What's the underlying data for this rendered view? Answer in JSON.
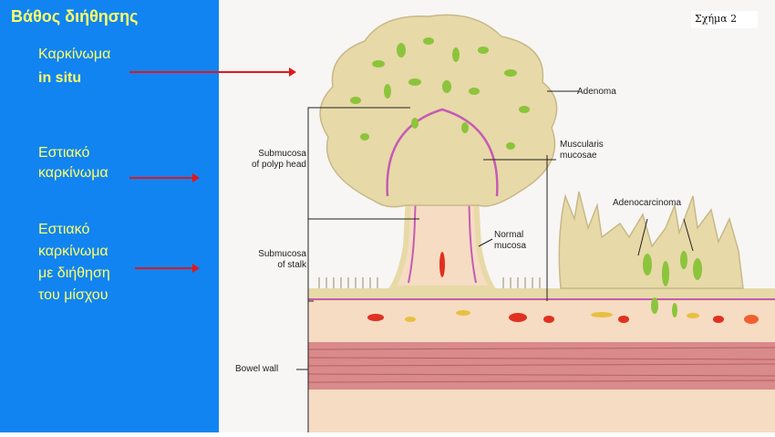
{
  "left_panel": {
    "title": "Βάθος διήθησης",
    "items": [
      {
        "line1": "Καρκίνωμα",
        "line2": "in situ"
      },
      {
        "line1": "Εστιακό",
        "line2": "καρκίνωμα"
      },
      {
        "line1": "Εστιακό",
        "line2": "καρκίνωμα",
        "line3": "με διήθηση",
        "line4": "του μίσχου"
      }
    ]
  },
  "figure": {
    "label": "Σχήμα 2",
    "labels": {
      "adenoma": "Adenoma",
      "muscularis_1": "Muscularis",
      "muscularis_2": "mucosae",
      "adenocarcinoma": "Adenocarcinoma",
      "normal_1": "Normal",
      "normal_2": "mucosa",
      "sub_head_1": "Submucosa",
      "sub_head_2": "of polyp head",
      "sub_stalk_1": "Submucosa",
      "sub_stalk_2": "of stalk",
      "bowel_wall": "Bowel wall"
    }
  },
  "colors": {
    "panel_bg": "#1184f2",
    "panel_text": "#ffff66",
    "arrow": "#e01818",
    "tissue": "#e8d9a8",
    "gland": "#8cc43c",
    "submucosa": "#f6dcc2",
    "muscle": "#d98a8a",
    "muscularis_line": "#c45cb4"
  }
}
